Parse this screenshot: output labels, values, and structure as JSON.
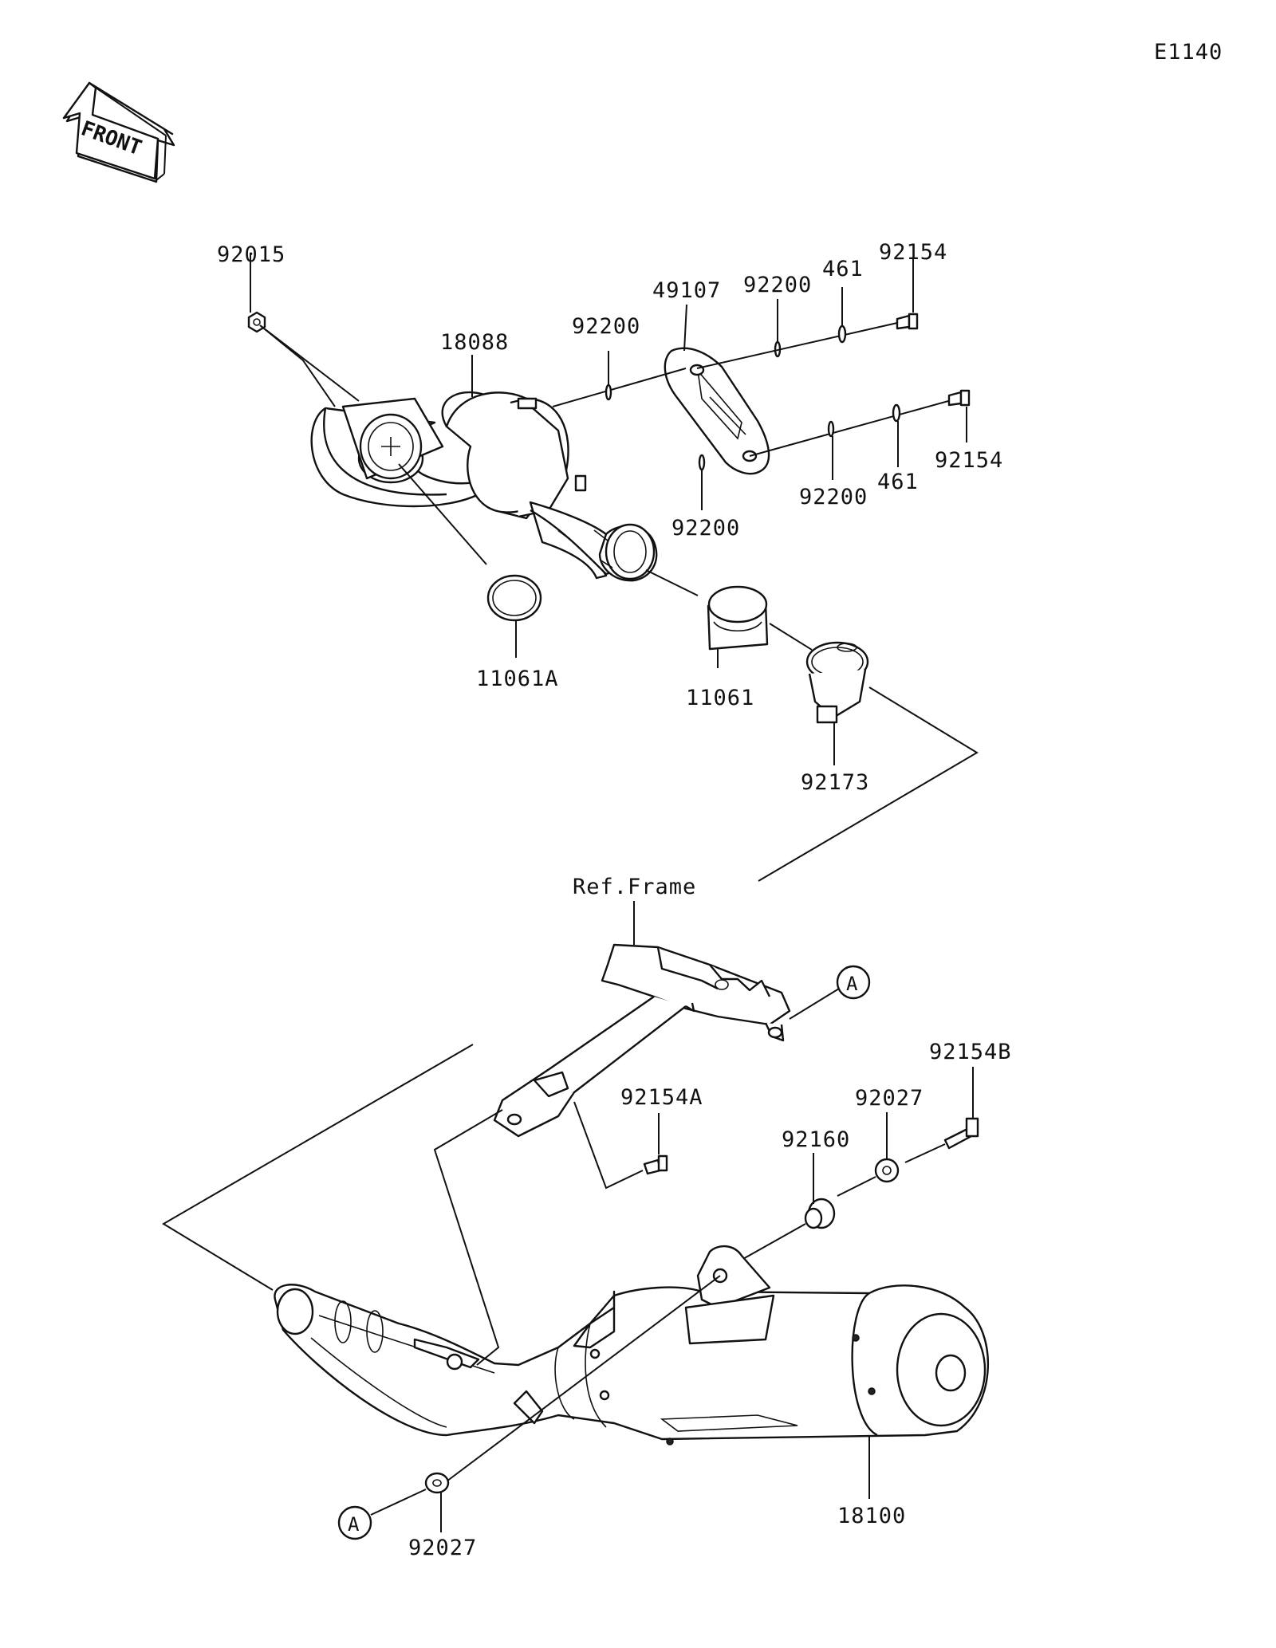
{
  "diagram_code": "E1140",
  "front_label": "FRONT",
  "ref_frame_label": "Ref.Frame",
  "ref_marker": "A",
  "parts": {
    "p92015": "92015",
    "p18088": "18088",
    "p92200_a": "92200",
    "p49107": "49107",
    "p92200_b": "92200",
    "p461_a": "461",
    "p92154_a": "92154",
    "p92154_b": "92154",
    "p461_b": "461",
    "p92200_c": "92200",
    "p92200_d": "92200",
    "p11061A": "11061A",
    "p11061": "11061",
    "p92173": "92173",
    "p92154A": "92154A",
    "p92154B": "92154B",
    "p92027_a": "92027",
    "p92160": "92160",
    "p18100": "18100",
    "p92027_b": "92027"
  }
}
